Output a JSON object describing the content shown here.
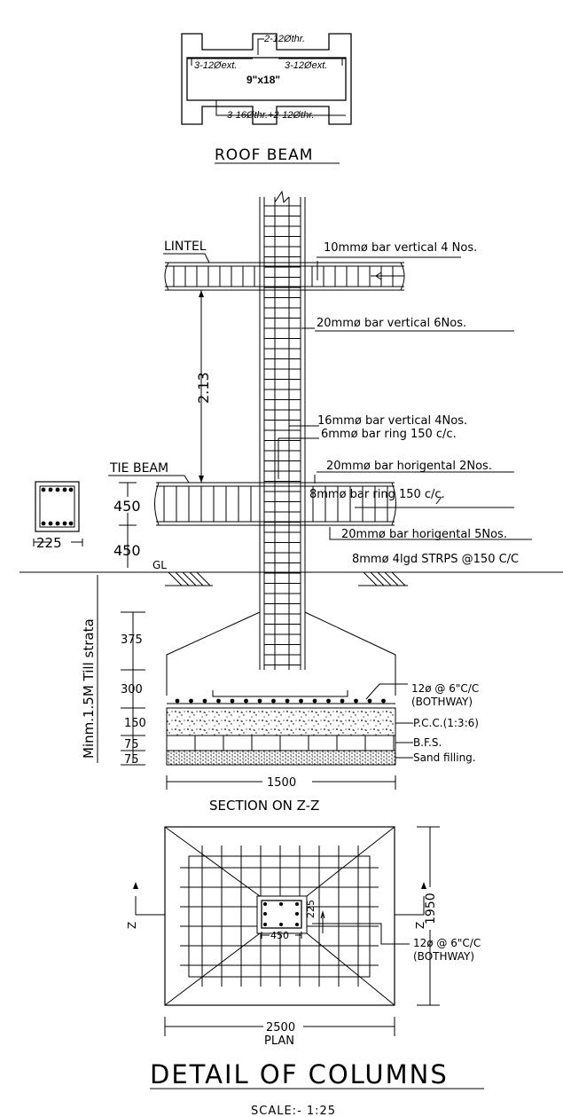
{
  "roof_beam": {
    "title": "ROOF BEAM",
    "size": "9\"x18\"",
    "top_bar": "2-12Øthr.",
    "extra_left": "3-12Øext.",
    "extra_right": "3-12Øext.",
    "bottom_bars": "3-16Øthr.+2-12Øthr."
  },
  "section": {
    "lintel_label": "LINTEL",
    "tie_beam_label": "TIE BEAM",
    "lintel_height": "2.13",
    "tie_beam_depth": "450",
    "plinth_height": "450",
    "tie_beam_width": "225",
    "ground_level": "GL",
    "notes": {
      "vertical_10": "10mmø bar vertical 4 Nos.",
      "vertical_20": "20mmø bar vertical 6Nos.",
      "vertical_16": "16mmø bar vertical 4Nos.",
      "ring_6": "6mmø bar ring 150 c/c.",
      "horizontal_20_top": "20mmø bar horigental 2Nos.",
      "ring_8": "8mmø bar ring 150 c/c.",
      "horizontal_20_bottom": "20mmø bar horigental 5Nos.",
      "stirrups": "8mmø 4lgd STRPS @150 C/C"
    },
    "depth_note": "Minm.1.5M Till strata",
    "dims": [
      "375",
      "300",
      "150",
      "75",
      "75"
    ],
    "base_width": "1500",
    "footing_bars": "12ø @ 6\"C/C",
    "bothway": "(BOTHWAY)",
    "pcc": "P.C.C.(1:3:6)",
    "bfs": "B.F.S.",
    "sand": "Sand filling.",
    "title": "SECTION ON Z-Z"
  },
  "plan": {
    "width": "2500",
    "height": "1950",
    "column_width": "450",
    "column_depth": "225",
    "section_marker": "Z",
    "footing_bars": "12ø @ 6\"C/C",
    "bothway": "(BOTHWAY)",
    "title": "PLAN"
  },
  "drawing_title": "DETAIL OF COLUMNS",
  "scale": "SCALE:- 1:25"
}
